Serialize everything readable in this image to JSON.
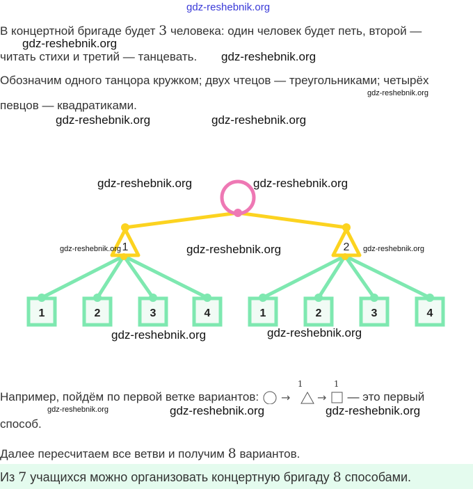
{
  "watermark": "gdz-reshebnik.org",
  "para1": {
    "a": "В концертной бригаде будет ",
    "n": "3",
    "b": " человека: один человек будет петь, второй —",
    "c": "читать стихи и третий — танцевать."
  },
  "para2": {
    "a": "Обозначим одного танцора кружком; двух чтецов — треугольниками; четырёх",
    "b": "певцов — квадратиками."
  },
  "tree": {
    "triangles": [
      "1",
      "2"
    ],
    "squares": [
      "1",
      "2",
      "3",
      "4",
      "1",
      "2",
      "3",
      "4"
    ],
    "colors": {
      "circle": "#ee78b4",
      "yellow": "#fcd320",
      "green": "#7ee8b0"
    }
  },
  "para3": {
    "a": "Например, пойдём по первой ветке вариантов: ",
    "sup1": "1",
    "sup2": "1",
    "b": " — это первый",
    "c": "способ."
  },
  "para4": {
    "a": "Далее пересчитаем все ветви и получим ",
    "n": "8",
    "b": " вариантов."
  },
  "answer": {
    "a": "Из ",
    "n1": "7",
    "b": " учащихся можно организовать концертную бригаду ",
    "n2": "8",
    "c": " способами."
  }
}
